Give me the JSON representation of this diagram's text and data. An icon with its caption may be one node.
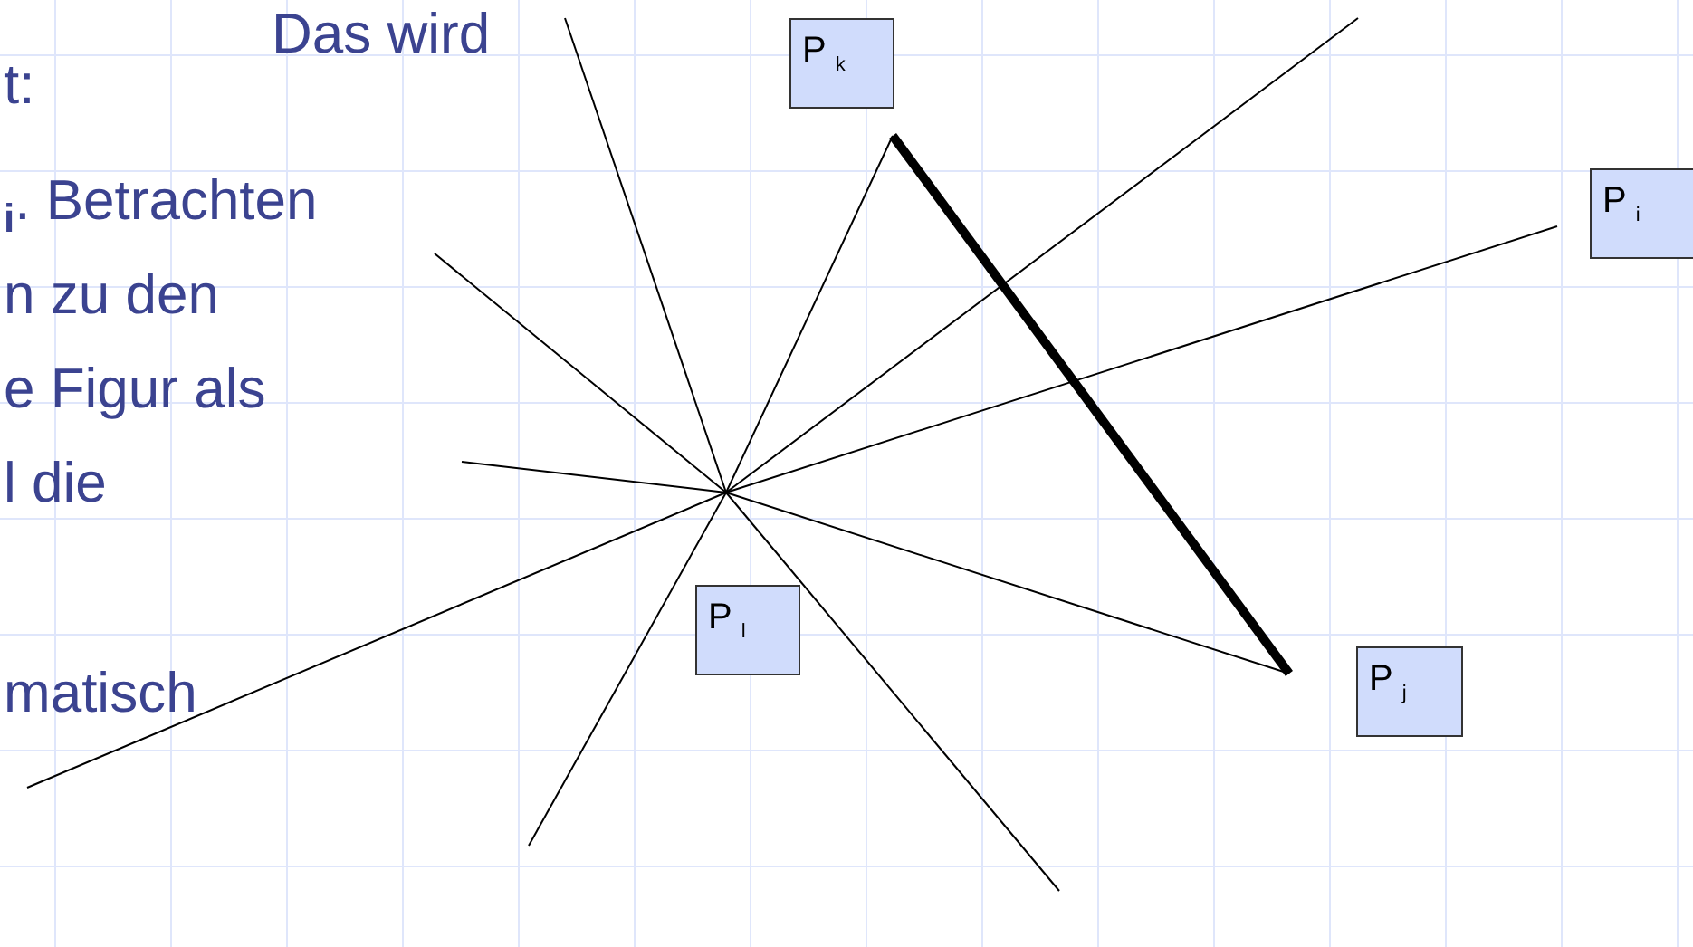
{
  "diagram": {
    "nodes": [
      {
        "text": [
          "P$_{k}$"
        ]
      },
      {
        "text": [
          "P$_{i}$"
        ]
      },
      {
        "text": [
          "P$_{l}$"
        ]
      },
      {
        "text": [
          "P$_{j}$"
        ]
      }
    ],
    "labels": [
      "Das wird",
      "t:",
      "$_{i}$. Betrachten",
      "n zu den",
      "e Figur als",
      "l die",
      "matisch"
    ]
  }
}
